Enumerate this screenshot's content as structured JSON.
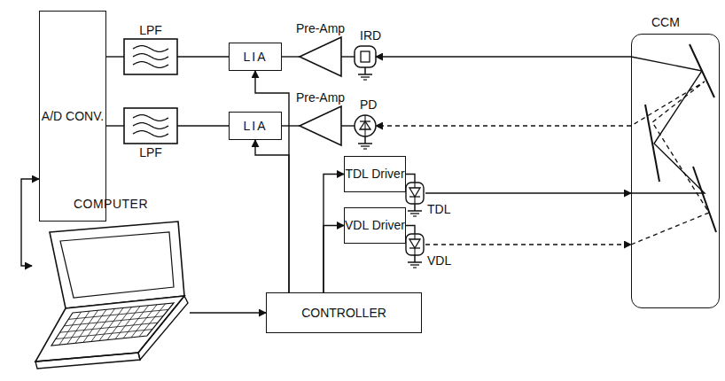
{
  "diagram": {
    "nodes": [
      {
        "text": [
          "A/D CONV."
        ]
      },
      {
        "text": [
          "LPF"
        ]
      },
      {
        "text": [
          "LPF"
        ]
      },
      {
        "text": [
          "LIA"
        ]
      },
      {
        "text": [
          "LIA"
        ]
      },
      {
        "text": [
          "Pre-Amp"
        ]
      },
      {
        "text": [
          "Pre-Amp"
        ]
      },
      {
        "text": [
          "TDL Driver"
        ]
      },
      {
        "text": [
          "VDL Driver"
        ]
      },
      {
        "text": [
          "CONTROLLER"
        ]
      },
      {
        "text": [
          "COMPUTER"
        ]
      },
      {
        "text": [
          "CCM"
        ]
      },
      {
        "text": [
          "IRD"
        ]
      },
      {
        "text": [
          "PD"
        ]
      },
      {
        "text": [
          "TDL"
        ]
      },
      {
        "text": [
          "VDL"
        ]
      }
    ],
    "edges": [
      {
        "from": 1,
        "to": 0,
        "arrow": "none"
      },
      {
        "from": 2,
        "to": 0,
        "arrow": "none"
      },
      {
        "from": 3,
        "to": 1,
        "arrow": "none"
      },
      {
        "from": 4,
        "to": 2,
        "arrow": "none"
      },
      {
        "from": 5,
        "to": 3,
        "arrow": "none"
      },
      {
        "from": 6,
        "to": 4,
        "arrow": "none"
      },
      {
        "from": 12,
        "to": 5,
        "arrow": "none"
      },
      {
        "from": 13,
        "to": 6,
        "arrow": "none"
      },
      {
        "from": 0,
        "to": 10,
        "arrow": "both"
      },
      {
        "from": 10,
        "to": 9,
        "arrow": "to"
      },
      {
        "from": 9,
        "to": 3,
        "arrow": "to"
      },
      {
        "from": 9,
        "to": 4,
        "arrow": "to"
      },
      {
        "from": 9,
        "to": 7,
        "arrow": "to"
      },
      {
        "from": 9,
        "to": 8,
        "arrow": "to"
      },
      {
        "from": 7,
        "to": 14,
        "arrow": "none"
      },
      {
        "from": 8,
        "to": 15,
        "arrow": "none"
      },
      {
        "from": 14,
        "to": 11,
        "arrow": "to"
      },
      {
        "from": 15,
        "to": 11,
        "arrow": "to"
      },
      {
        "from": 11,
        "to": 12,
        "arrow": "to"
      },
      {
        "from": 11,
        "to": 13,
        "arrow": "to"
      }
    ]
  }
}
